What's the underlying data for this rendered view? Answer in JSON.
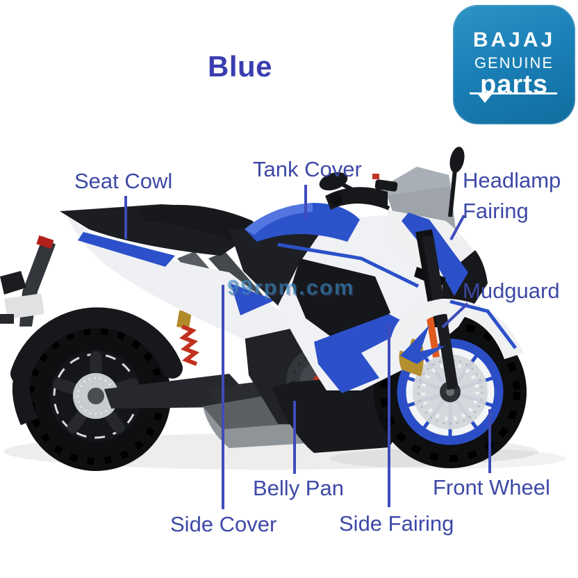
{
  "title": "Blue",
  "watermark": "99rpm.com",
  "logo": {
    "brand": "BAJAJ",
    "genuine": "GENUINE",
    "parts": "parts"
  },
  "labels": {
    "seat_cowl": "Seat Cowl",
    "tank_cover": "Tank Cover",
    "headlamp_fairing": "Headlamp Fairing",
    "mudguard": "Mudguard",
    "belly_pan": "Belly Pan",
    "side_cover": "Side Cover",
    "side_fairing": "Side Fairing",
    "front_wheel": "Front Wheel"
  },
  "colors": {
    "label_text": "#3d49a6",
    "leader_line": "#3f4cbb",
    "title_text": "#3a3eb0",
    "logo_background": "#1a80b7",
    "bike_accent_blue": "#2b50c9",
    "bike_body_black": "#17191d",
    "bike_body_white": "#eff0f3"
  }
}
